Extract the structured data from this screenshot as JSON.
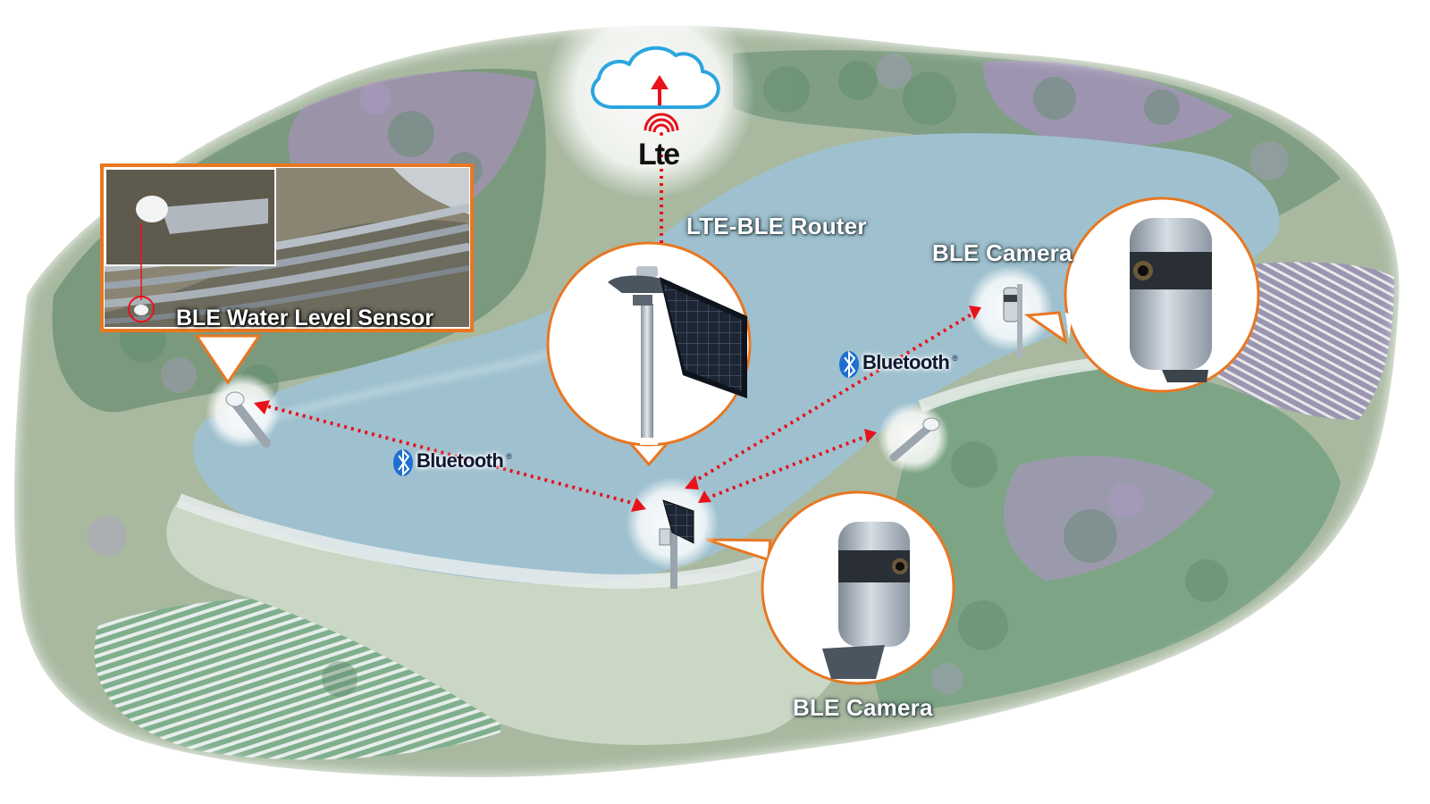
{
  "labels": {
    "router": "LTE-BLE Router",
    "camera_top": "BLE Camera",
    "camera_bottom": "BLE Camera",
    "water_sensor": "BLE Water Level Sensor"
  },
  "lte": "Lte",
  "bluetooth": {
    "left": "Bluetooth",
    "right": "Bluetooth",
    "mark": "®"
  },
  "colors": {
    "callout_border": "#e87722",
    "link_arrow": "#e8121b",
    "cloud_outline": "#2aa6df",
    "bluetooth_badge": "#1e6fd0"
  }
}
